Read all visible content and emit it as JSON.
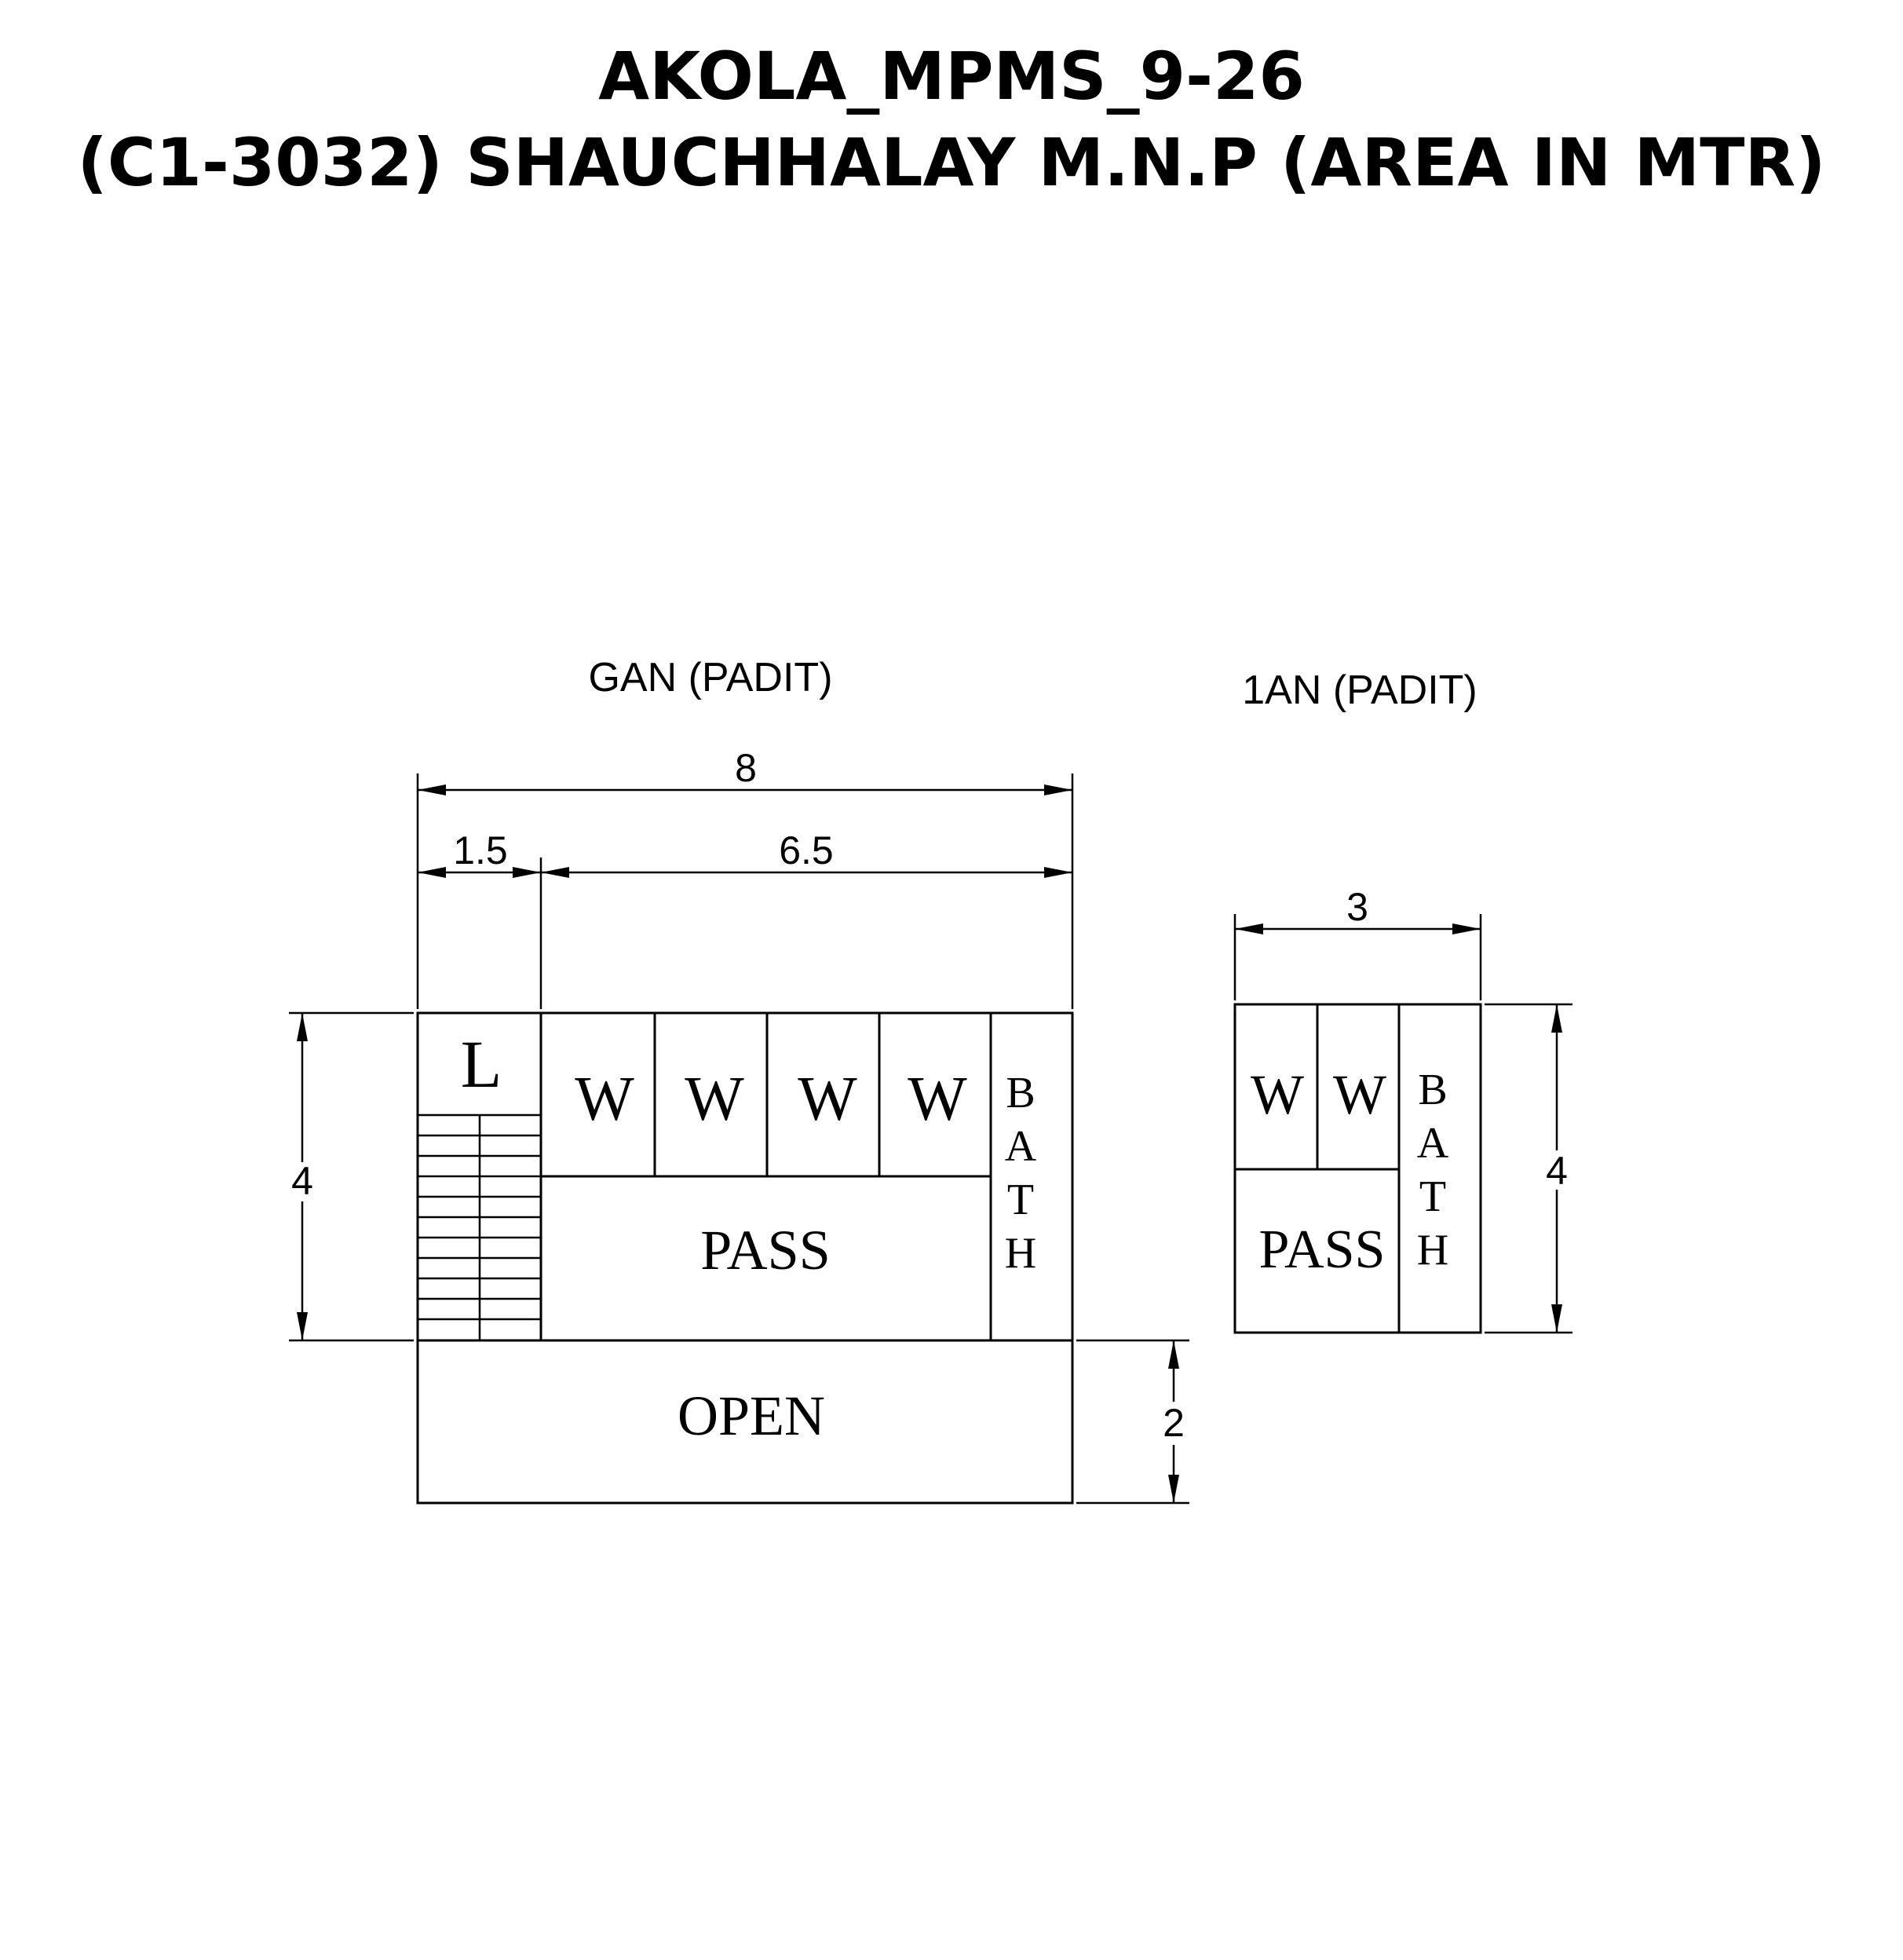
{
  "title": {
    "line1": "AKOLA_MPMS_9-26",
    "line2": "(C1-3032) SHAUCHHALAY M.N.P (AREA IN MTR)"
  },
  "ground_floor": {
    "label": "GAN (PADIT)",
    "dim_total_width": "8",
    "dim_left_width": "1.5",
    "dim_right_width": "6.5",
    "dim_height": "4",
    "dim_open_height": "2",
    "stair_label": "L",
    "wc_labels": [
      "W",
      "W",
      "W",
      "W"
    ],
    "bath_letters": [
      "B",
      "A",
      "T",
      "H"
    ],
    "pass_label": "PASS",
    "open_label": "OPEN"
  },
  "first_floor": {
    "label": "1AN (PADIT)",
    "dim_width": "3",
    "dim_height": "4",
    "wc_labels": [
      "W",
      "W"
    ],
    "bath_letters": [
      "B",
      "A",
      "T",
      "H"
    ],
    "pass_label": "PASS"
  }
}
